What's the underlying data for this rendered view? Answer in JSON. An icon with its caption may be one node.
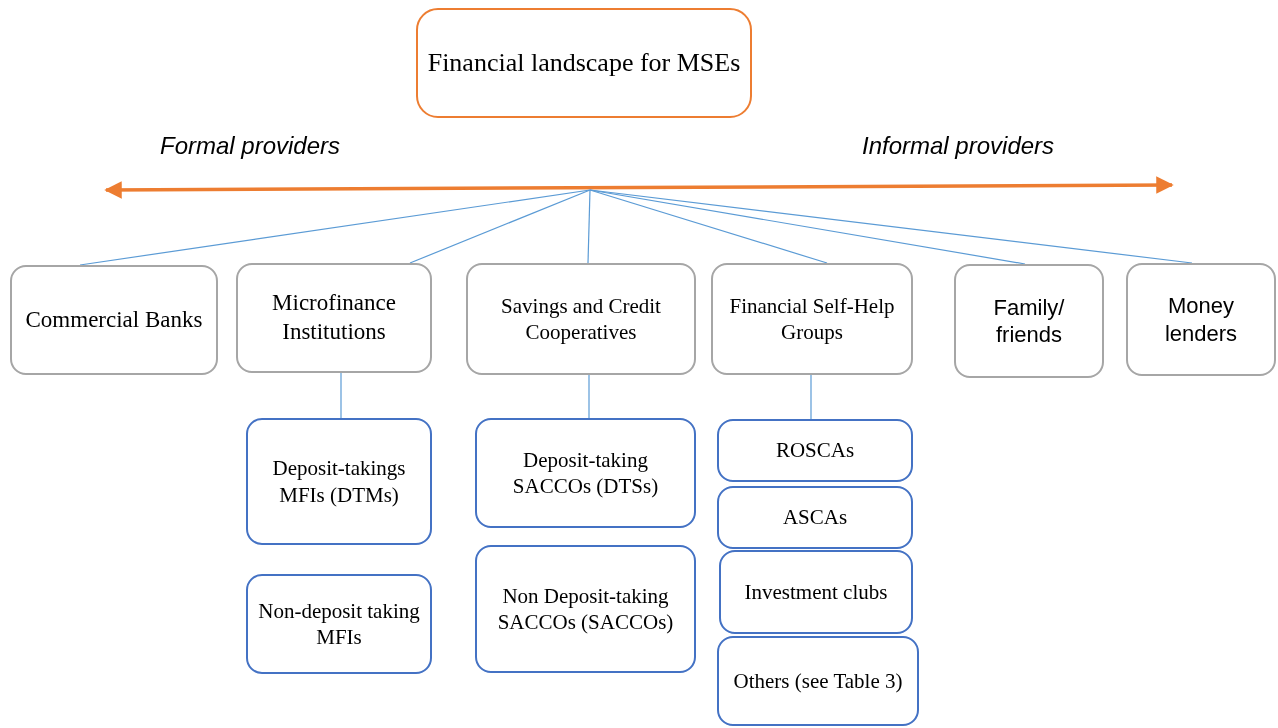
{
  "diagram": {
    "nodes": [
      {
        "text": [
          "Financial landscape for MSEs"
        ]
      },
      {
        "text": [
          "Commercial Banks"
        ]
      },
      {
        "text": [
          "Microfinance Institutions"
        ]
      },
      {
        "text": [
          "Savings and Credit Cooperatives"
        ]
      },
      {
        "text": [
          "Financial Self-Help Groups"
        ]
      },
      {
        "text": [
          "Family/ friends"
        ]
      },
      {
        "text": [
          "Money lenders"
        ]
      },
      {
        "text": [
          "Deposit-takings MFIs (DTMs)"
        ]
      },
      {
        "text": [
          "Non-deposit taking MFIs"
        ]
      },
      {
        "text": [
          "Deposit-taking SACCOs (DTSs)"
        ]
      },
      {
        "text": [
          "Non Deposit-taking SACCOs (SACCOs)"
        ]
      },
      {
        "text": [
          "ROSCAs"
        ]
      },
      {
        "text": [
          "ASCAs"
        ]
      },
      {
        "text": [
          "Investment clubs"
        ]
      },
      {
        "text": [
          "Others (see Table 3)"
        ]
      }
    ],
    "edges": [
      {
        "from": null,
        "to": 1,
        "arrow": "none"
      },
      {
        "from": null,
        "to": 2,
        "arrow": "none"
      },
      {
        "from": null,
        "to": 3,
        "arrow": "none"
      },
      {
        "from": null,
        "to": 4,
        "arrow": "none"
      },
      {
        "from": null,
        "to": 5,
        "arrow": "none"
      },
      {
        "from": null,
        "to": 6,
        "arrow": "none"
      },
      {
        "from": 2,
        "to": 7,
        "arrow": "none"
      },
      {
        "from": 3,
        "to": 9,
        "arrow": "none"
      },
      {
        "from": 4,
        "to": 11,
        "arrow": "none"
      }
    ],
    "labels": [
      "Formal providers",
      "Informal providers"
    ]
  }
}
